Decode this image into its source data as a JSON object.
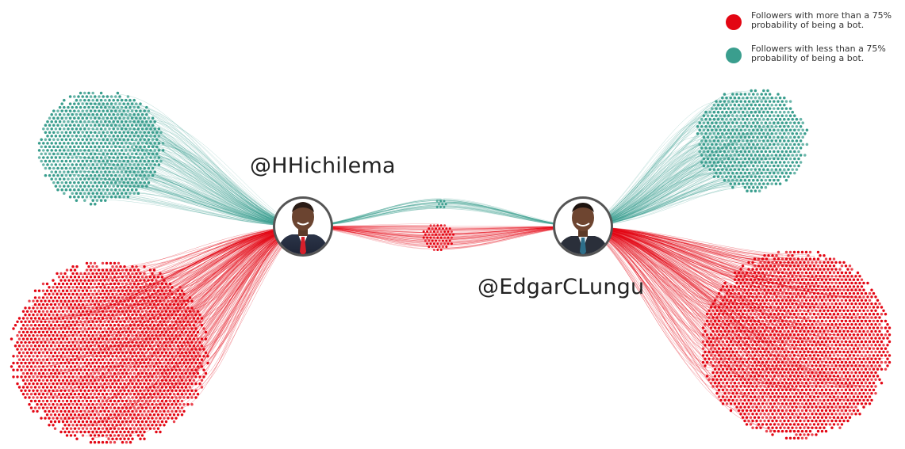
{
  "legend": {
    "items": [
      {
        "key": "bot",
        "color": "#e30613",
        "line1": "Followers with more than a 75%",
        "line2": "probability of being a bot."
      },
      {
        "key": "human",
        "color": "#3a9e8e",
        "line1": "Followers with less than a 75%",
        "line2": "probability of being a bot."
      }
    ]
  },
  "accounts": [
    {
      "id": "hh",
      "handle": "@HHichilema",
      "avatar_icon": "politician-portrait-icon"
    },
    {
      "id": "ecl",
      "handle": "@EdgarCLungu",
      "avatar_icon": "politician-portrait-icon"
    }
  ],
  "colors": {
    "bot": "#e30613",
    "human": "#3a9e8e",
    "avatar_ring": "#555555"
  }
}
